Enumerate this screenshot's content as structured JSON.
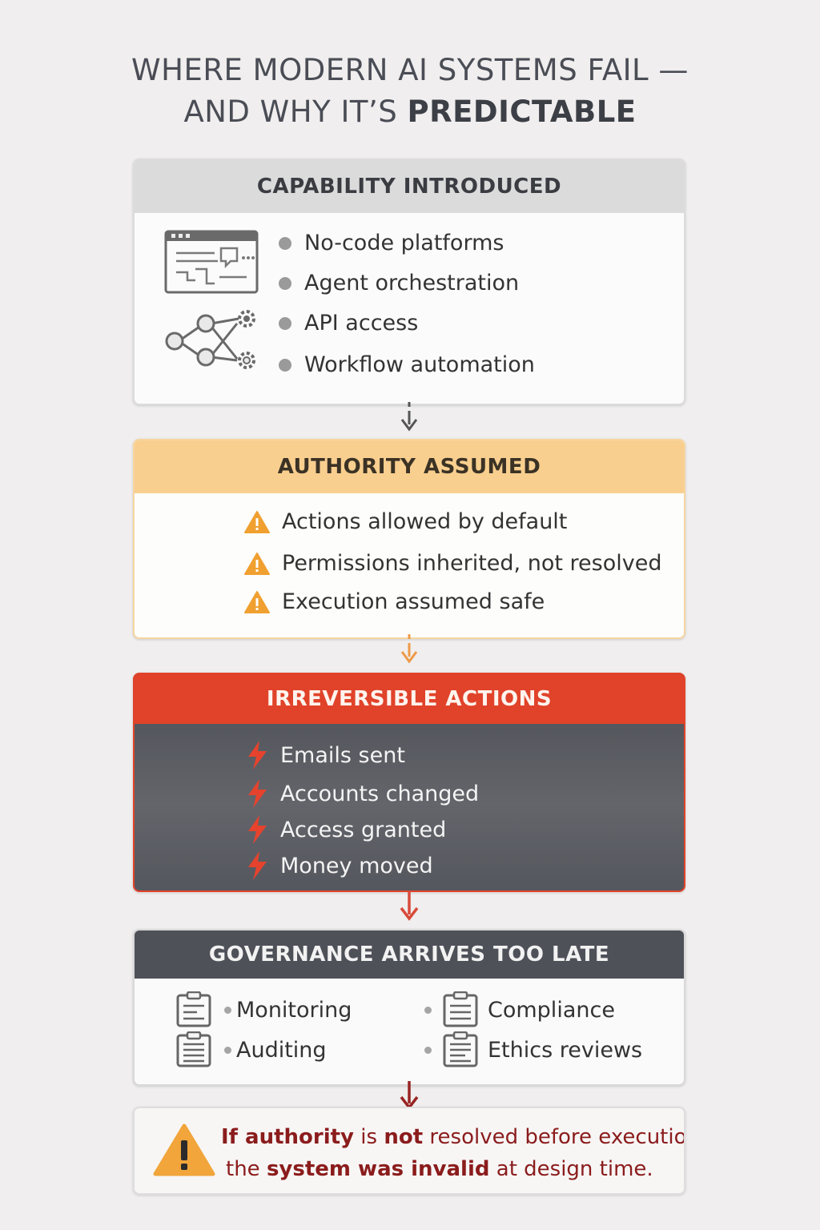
{
  "title": {
    "line1": "WHERE MODERN AI SYSTEMS FAIL —",
    "line2_prefix": "AND WHY IT’S ",
    "line2_bold": "PREDICTABLE"
  },
  "capability": {
    "header": "CAPABILITY INTRODUCED",
    "items": [
      "No-code platforms",
      "Agent orchestration",
      "API access",
      "Workflow automation"
    ]
  },
  "authority": {
    "header": "AUTHORITY ASSUMED",
    "items": [
      "Actions allowed by default",
      "Permissions inherited, not resolved",
      "Execution assumed safe"
    ]
  },
  "irreversible": {
    "header": "IRREVERSIBLE ACTIONS",
    "items": [
      "Emails sent",
      "Accounts changed",
      "Access granted",
      "Money moved"
    ]
  },
  "governance": {
    "header": "GOVERNANCE ARRIVES TOO LATE",
    "items": [
      "Monitoring",
      "Compliance",
      "Auditing",
      "Ethics reviews"
    ]
  },
  "conclusion": {
    "line1": [
      {
        "text": "If authority",
        "bold": true
      },
      {
        "text": " is ",
        "bold": false
      },
      {
        "text": "not",
        "bold": true
      },
      {
        "text": " resolved before execution,",
        "bold": false
      }
    ],
    "line2": [
      {
        "text": "the ",
        "bold": false
      },
      {
        "text": "system was invalid",
        "bold": true
      },
      {
        "text": " at design time.",
        "bold": false
      }
    ]
  },
  "icons": {
    "capability_top": "browser-window-icon",
    "capability_bottom": "workflow-network-icon",
    "authority_items": "warning-triangle-icon",
    "irreversible_items": "lightning-bolt-icon",
    "governance_items": "clipboard-icon",
    "conclusion": "warning-triangle-icon"
  },
  "colors": {
    "authority_header": "#f9cf8f",
    "authority_border": "#f6d5a0",
    "warning": "#f0a030",
    "irreversible_header": "#e0432a",
    "irreversible_body": "#55575e",
    "lightning": "#e5432d",
    "governance_header": "#4f5159",
    "conclusion_text": "#8b1c1c"
  }
}
